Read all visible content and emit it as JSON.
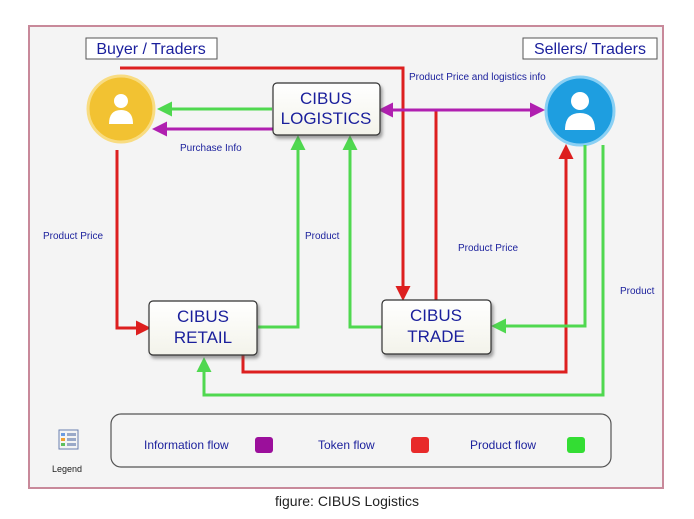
{
  "roles": {
    "buyer": "Buyer / Traders",
    "seller": "Sellers/ Traders"
  },
  "nodes": {
    "logistics": [
      "CIBUS",
      "LOGISTICS"
    ],
    "retail": [
      "CIBUS",
      "RETAIL"
    ],
    "trade": [
      "CIBUS",
      "TRADE"
    ]
  },
  "flows": {
    "price_logistics_info": "Product Price and logistics info",
    "purchase_info": "Purchase Info",
    "product_price_left": "Product Price",
    "product_mid": "Product",
    "product_price_right": "Product Price",
    "product_right": "Product"
  },
  "legend": {
    "title": "Legend",
    "items": [
      {
        "label": "Information flow",
        "color": "#9b0f9b"
      },
      {
        "label": "Token flow",
        "color": "#e82a2a"
      },
      {
        "label": "Product flow",
        "color": "#33dd33"
      }
    ]
  },
  "colors": {
    "information": "#b01fb0",
    "token": "#dd1f1f",
    "product": "#4fd84f",
    "frame": "#c8899a",
    "node_text": "#1a1f9c",
    "buyer_icon": "#f2c232",
    "seller_icon": "#1e9ee0"
  },
  "caption": "figure: CIBUS Logistics"
}
